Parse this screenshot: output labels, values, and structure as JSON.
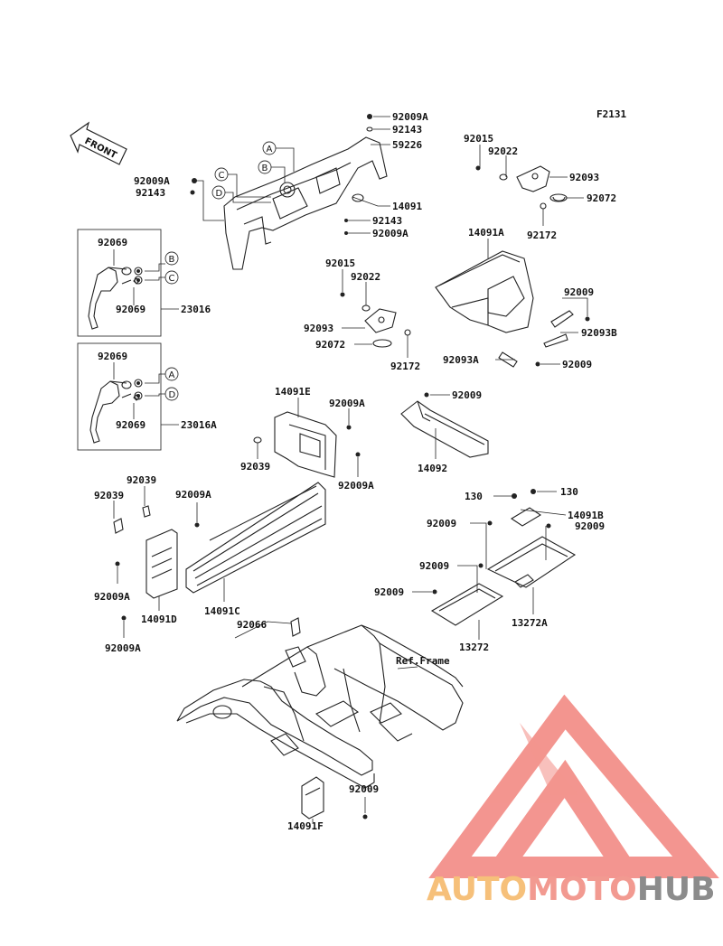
{
  "code": "F2131",
  "front_label": "FRONT",
  "ref_frame": "Ref.Frame",
  "callouts": [
    "A",
    "B",
    "C",
    "D"
  ],
  "parts": {
    "p92009A_top": "92009A",
    "p92143_top": "92143",
    "p59226": "59226",
    "p14091": "14091",
    "p92143_mid": "92143",
    "p92009A_mid": "92009A",
    "p92009A_left": "92009A",
    "p92143_left": "92143",
    "p92015_r": "92015",
    "p92022_r": "92022",
    "p92093_r": "92093",
    "p92072_r": "92072",
    "p92172_r": "92172",
    "p14091A": "14091A",
    "p92009_r1": "92009",
    "p92093B": "92093B",
    "p92093A": "92093A",
    "p92009_r2": "92009",
    "p92015_c": "92015",
    "p92022_c": "92022",
    "p92093_c": "92093",
    "p92072_c": "92072",
    "p92172_c": "92172",
    "p92069_1": "92069",
    "p92069_2": "92069",
    "p23016": "23016",
    "p92069_3": "92069",
    "p92069_4": "92069",
    "p23016A": "23016A",
    "p14091E": "14091E",
    "p92009A_e1": "92009A",
    "p92039_e": "92039",
    "p92009A_e2": "92009A",
    "p92009_14092": "92009",
    "p14092": "14092",
    "p92039_a": "92039",
    "p92039_b": "92039",
    "p92009A_c": "92009A",
    "p14091C": "14091C",
    "p92009A_d1": "92009A",
    "p14091D": "14091D",
    "p92009A_d2": "92009A",
    "p130_a": "130",
    "p130_b": "130",
    "p14091B": "14091B",
    "p92009_b1": "92009",
    "p92009_b2": "92009",
    "p92009_b3": "92009",
    "p92009_b4": "92009",
    "p13272A": "13272A",
    "p13272": "13272",
    "p92066": "92066",
    "p92009_f": "92009",
    "p14091F": "14091F"
  },
  "watermark": {
    "part1": "AUTO",
    "part2": "MOTO",
    "part3": "HUB",
    "color1": "#f6c07a",
    "color2": "#f29a91",
    "color3": "#8c8c8c",
    "triangle_color": "#f1837c"
  }
}
